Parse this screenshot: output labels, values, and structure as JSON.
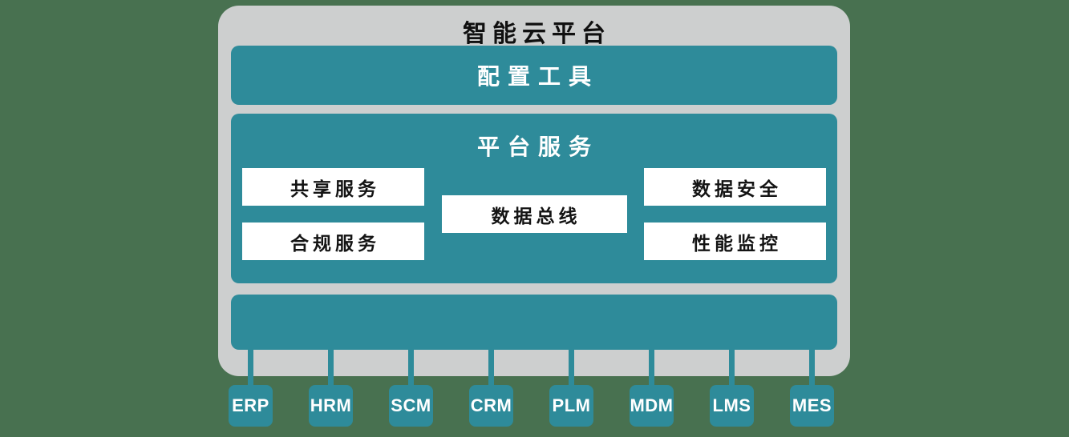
{
  "colors": {
    "background_green": "#487150",
    "panel_gray": "#cdcfcf",
    "teal_accent": "#2e8b9a",
    "service_box_white": "#ffffff",
    "title_text": "#101010"
  },
  "panel": {
    "title": "智能云平台"
  },
  "config_bar": {
    "label": "配置工具"
  },
  "platform": {
    "title": "平台服务",
    "left": [
      "共享服务",
      "合规服务"
    ],
    "center": [
      "数据总线"
    ],
    "right": [
      "数据安全",
      "性能监控"
    ]
  },
  "systems": [
    "ERP",
    "HRM",
    "SCM",
    "CRM",
    "PLM",
    "MDM",
    "LMS",
    "MES"
  ]
}
